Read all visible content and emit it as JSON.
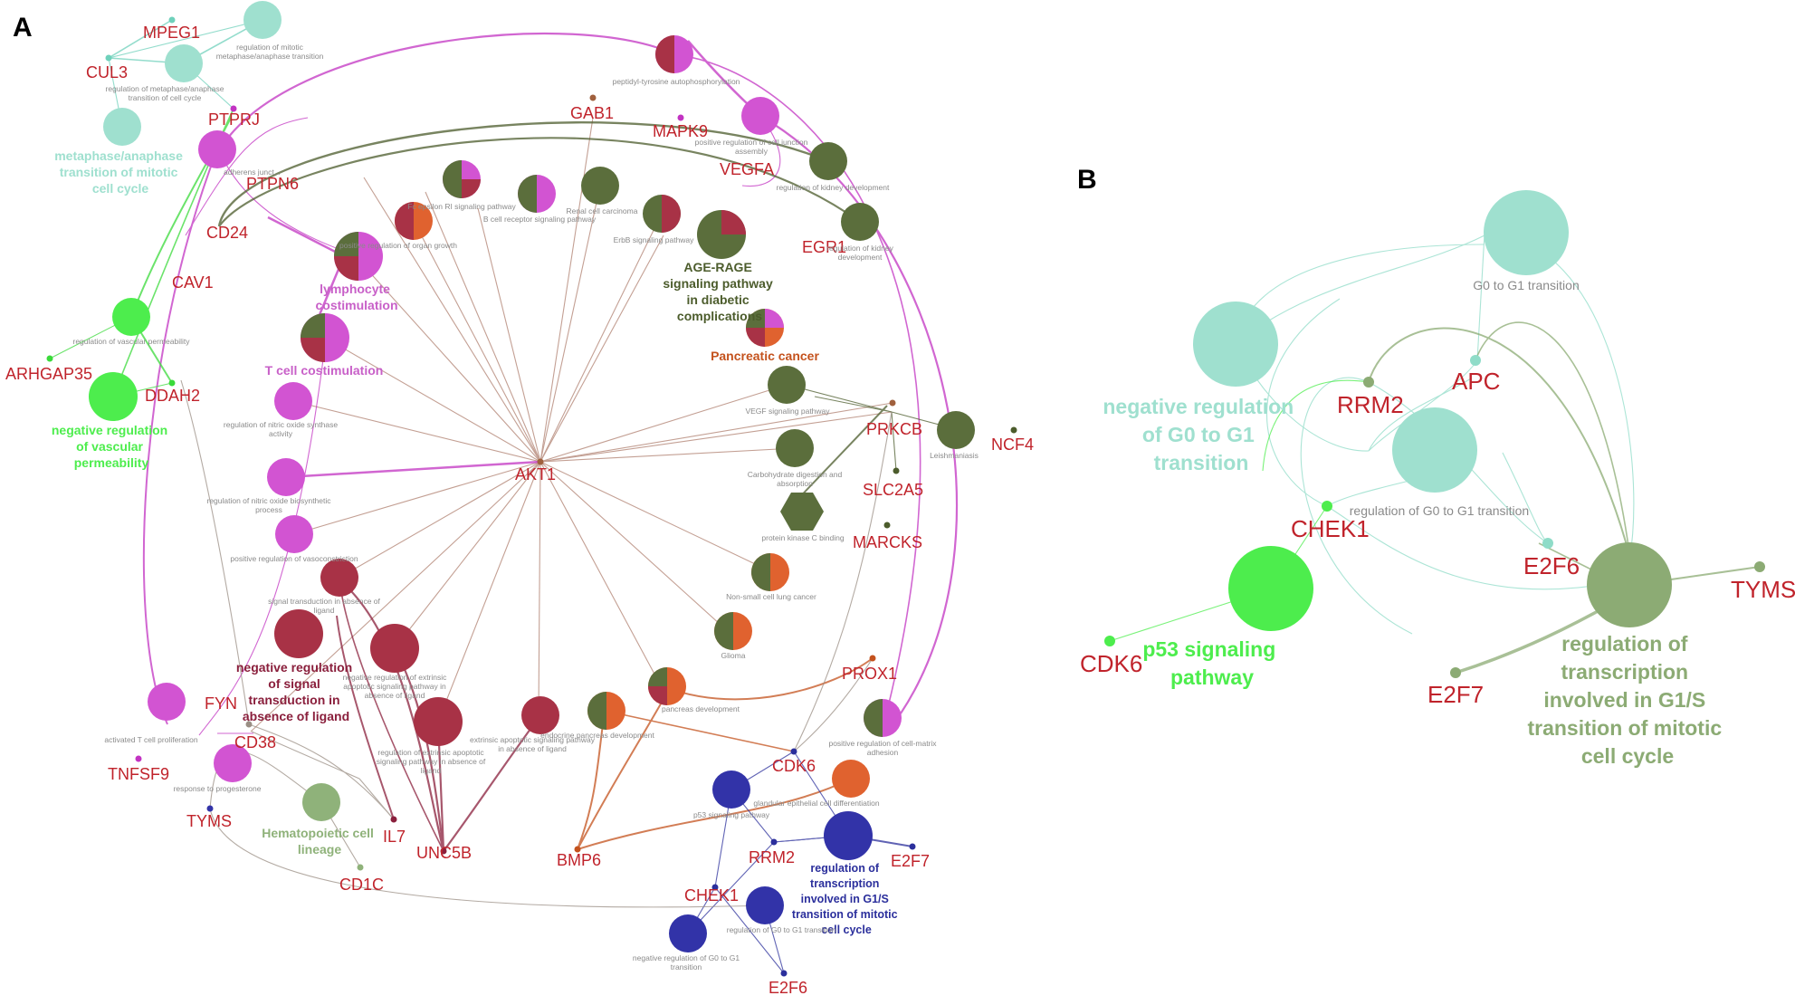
{
  "panels": {
    "a": "A",
    "b": "B"
  },
  "colors": {
    "cyan": "#9fe0cf",
    "green": "#4ded4d",
    "magenta": "#d254d2",
    "olive": "#5b6e3c",
    "crimson": "#a83246",
    "orange": "#e0622f",
    "navy": "#3233a8",
    "sage": "#8fb27a",
    "gene_red": "#c0232b"
  },
  "panelA": {
    "hub": "AKT1",
    "genes": {
      "mpeg1": "MPEG1",
      "cul3": "CUL3",
      "ptprj": "PTPRJ",
      "ptpn6": "PTPN6",
      "cd24": "CD24",
      "cav1": "CAV1",
      "arhgap35": "ARHGAP35",
      "ddah2": "DDAH2",
      "fyn": "FYN",
      "cd38": "CD38",
      "tnfsf9": "TNFSF9",
      "tyms": "TYMS",
      "cd1c": "CD1C",
      "il7": "IL7",
      "unc5b": "UNC5B",
      "bmp6": "BMP6",
      "gab1": "GAB1",
      "mapk9": "MAPK9",
      "vegfa": "VEGFA",
      "egr1": "EGR1",
      "prkcb": "PRKCB",
      "ncf4": "NCF4",
      "slc2a5": "SLC2A5",
      "marcks": "MARCKS",
      "prox1": "PROX1",
      "cdk6": "CDK6",
      "rrm2": "RRM2",
      "chek1": "CHEK1",
      "e2f7": "E2F7",
      "e2f6": "E2F6"
    },
    "categories": {
      "metaphase": [
        "metaphase/anaphase",
        "transition of mitotic",
        "cell cycle"
      ],
      "vascular": [
        "negative regulation",
        "of vascular",
        "permeability"
      ],
      "lymphocyte": [
        "lymphocyte",
        "costimulation"
      ],
      "tcell": [
        "T cell costimulation"
      ],
      "agerage": [
        "AGE-RAGE",
        "signaling pathway",
        "in diabetic",
        "complications"
      ],
      "pancreatic": [
        "Pancreatic cancer"
      ],
      "negsignal": [
        "negative regulation",
        "of signal",
        "transduction in",
        "absence of ligand"
      ],
      "hemato": [
        "Hematopoietic cell",
        "lineage"
      ],
      "g1s": [
        "regulation of",
        "transcription",
        "involved in G1/S",
        "transition of mitotic",
        "cell cycle"
      ]
    },
    "terms": {
      "mitotic_meta": [
        "regulation of mitotic",
        "metaphase/anaphase transition"
      ],
      "meta_cc": [
        "regulation of metaphase/anaphase",
        "transition of cell cycle"
      ],
      "adherens": [
        "adherens junct..."
      ],
      "vasc_perm": [
        "regulation of vascular permeability"
      ],
      "tyrosine": [
        "peptidyl-tyrosine autophosphorylation"
      ],
      "cell_junction": [
        "positive regulation of cell junction",
        "assembly"
      ],
      "kidney_dev": [
        "regulation of kidney development"
      ],
      "kidney_dev2": [
        "regulation of kidney",
        "development"
      ],
      "fc_rii": [
        "Fc epsilon RI signaling pathway"
      ],
      "bcr": [
        "B cell receptor signaling pathway"
      ],
      "renal": [
        "Renal cell carcinoma"
      ],
      "erbb": [
        "ErbB signaling pathway"
      ],
      "organ_growth": [
        "positive regulation of organ growth"
      ],
      "vegf": [
        "VEGF signaling pathway"
      ],
      "carb": [
        "Carbohydrate digestion and",
        "absorption"
      ],
      "pkc": [
        "protein kinase C binding"
      ],
      "leish": [
        "Leishmaniasis"
      ],
      "nsclc": [
        "Non-small cell lung cancer"
      ],
      "glioma": [
        "Glioma"
      ],
      "panc_dev": [
        "pancreas development"
      ],
      "endo_panc": [
        "endocrine pancreas development"
      ],
      "matrix": [
        "positive regulation of cell-matrix",
        "adhesion"
      ],
      "glandular": [
        "glandular epithelial cell differentiation"
      ],
      "nos": [
        "regulation of nitric oxide synthase",
        "activity"
      ],
      "no_bio": [
        "regulation of nitric oxide biosynthetic",
        "process"
      ],
      "vasocon": [
        "positive regulation of vasoconstriction"
      ],
      "sig_abs": [
        "signal transduction in absence of",
        "ligand"
      ],
      "ext_apop": [
        "negative regulation of extrinsic",
        "apoptotic signaling pathway in",
        "absence of ligand"
      ],
      "ext_apop2": [
        "regulation of extrinsic apoptotic",
        "signaling pathway in absence of",
        "ligand"
      ],
      "ext_apop3": [
        "extrinsic apoptotic signaling pathway",
        "in absence of ligand"
      ],
      "act_t": [
        "activated T cell proliferation"
      ],
      "progest": [
        "response to progesterone"
      ],
      "p53": [
        "p53 signaling pathway"
      ],
      "g0g1_reg": [
        "regulation of G0 to G1 transition"
      ],
      "g0g1_neg": [
        "negative regulation of G0 to G1",
        "transition"
      ]
    }
  },
  "panelB": {
    "genes": {
      "rrm2": "RRM2",
      "apc": "APC",
      "chek1": "CHEK1",
      "e2f6": "E2F6",
      "tyms": "TYMS",
      "cdk6": "CDK6",
      "e2f7": "E2F7"
    },
    "terms": {
      "g0g1": "G0 to G1 transition",
      "g0g1_reg": "regulation of G0 to G1 transition"
    },
    "categories": {
      "neg_g0g1": [
        "negative regulation",
        "of G0 to G1",
        "transition"
      ],
      "p53": [
        "p53 signaling",
        "pathway"
      ],
      "g1s": [
        "regulation of",
        "transcription",
        "involved in G1/S",
        "transition of mitotic",
        "cell cycle"
      ]
    }
  }
}
